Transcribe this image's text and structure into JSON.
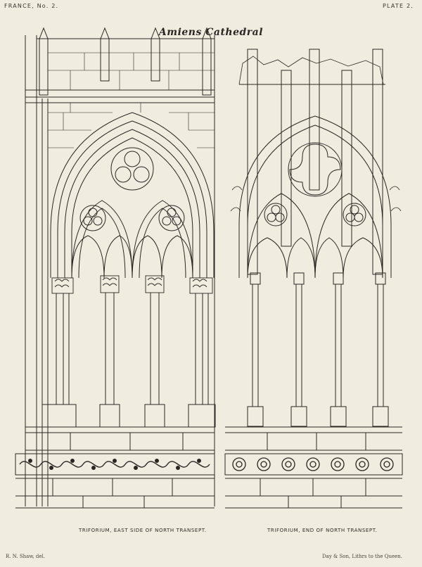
{
  "header": {
    "series_label": "FRANCE, No. 2.",
    "plate_label": "PLATE 2."
  },
  "title": "Amiens Cathedral",
  "captions": {
    "left": "TRIFORIUM, EAST SIDE OF NORTH TRANSEPT.",
    "right": "TRIFORIUM, END OF NORTH TRANSEPT."
  },
  "credits": {
    "artist": "R. N. Shaw, del.",
    "printer": "Day & Son, Lithrs to the Queen."
  },
  "colors": {
    "paper": "#f1ece0",
    "ink": "#2a2622"
  }
}
